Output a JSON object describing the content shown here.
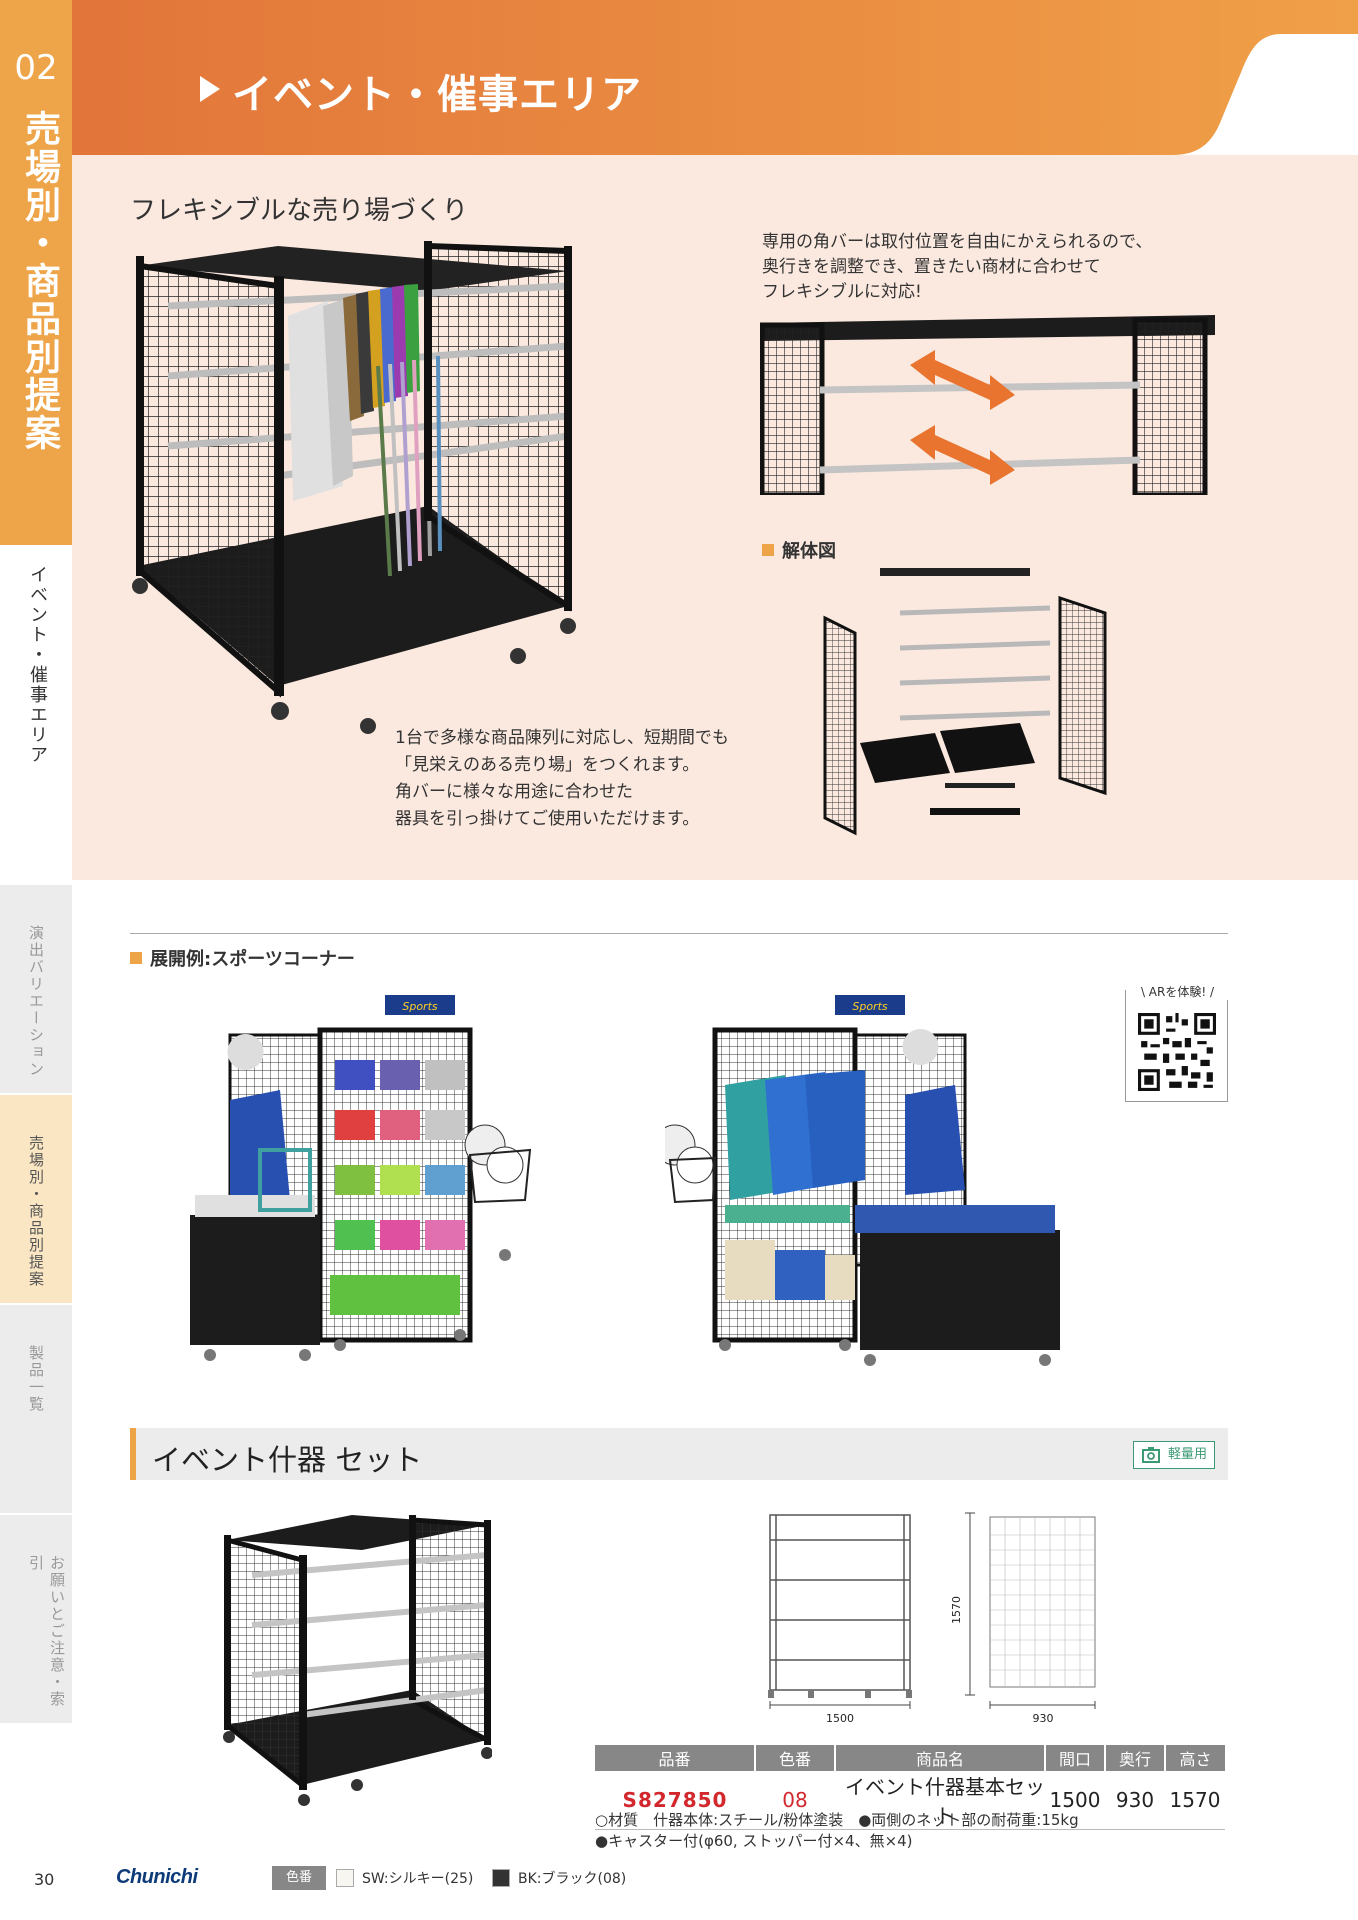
{
  "side": {
    "number": "02",
    "main_label": "売場別・商品別提案",
    "active_label": "イベント・催事エリア",
    "tabs": [
      "演出バリエーション",
      "売場別・商品別提案",
      "製品一覧",
      "お願いとご注意・索引"
    ]
  },
  "header": {
    "title": "イベント・催事エリア"
  },
  "top": {
    "heading": "フレキシブルな売り場づくり",
    "caption": [
      "1台で多様な商品陳列に対応し、短期間でも",
      "「見栄えのある売り場」をつくれます。",
      "角バーに様々な用途に合わせた",
      "器具を引っ掛けてご使用いただけます。"
    ],
    "adjust_text": [
      "専用の角バーは取付位置を自由にかえられるので、",
      "奥行きを調整でき、置きたい商材に合わせて",
      "フレキシブルに対応!"
    ],
    "exploded_label": "解体図"
  },
  "example": {
    "label": "展開例:スポーツコーナー",
    "sign_text": "Sports",
    "ar_label": "\\ ARを体験! /"
  },
  "product": {
    "title": "イベント什器 セット",
    "badge": "軽量用",
    "dims": {
      "height": "1570",
      "width": "1500",
      "depth": "930"
    },
    "table": {
      "headers": [
        "品番",
        "色番",
        "商品名",
        "間口",
        "奥行",
        "高さ"
      ],
      "row": {
        "code": "S827850",
        "color": "08",
        "name": "イベント什器基本セット",
        "width": "1500",
        "depth": "930",
        "height": "1570"
      }
    },
    "notes": [
      "○材質　什器本体:スチール/粉体塗装　●両側のネット部の耐荷重:15kg",
      "●キャスター付(φ60, ストッパー付×4、無×4)"
    ]
  },
  "footer": {
    "page": "30",
    "logo": "Chunichi",
    "color_label": "色番",
    "colors": [
      {
        "label": "SW:シルキー(25)",
        "hex": "#f8f6f0"
      },
      {
        "label": "BK:ブラック(08)",
        "hex": "#333333"
      }
    ]
  },
  "colors": {
    "accent": "#eea54a",
    "header_start": "#e2753a",
    "header_end": "#f0a048",
    "peach": "#fbe9df",
    "code_red": "#d2282d"
  }
}
